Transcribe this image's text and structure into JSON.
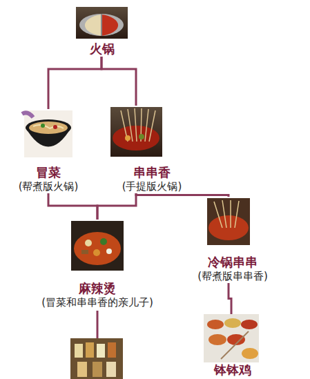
{
  "diagram": {
    "nodes": [
      {
        "text": [
          "火锅"
        ]
      },
      {
        "text": [
          "冒菜",
          "(帮煮版火锅)"
        ]
      },
      {
        "text": [
          "串串香",
          "(手提版火锅)"
        ]
      },
      {
        "text": [
          "麻辣烫",
          "(冒菜和串串香的亲儿子)"
        ]
      },
      {
        "text": [
          "冷锅串串",
          "(帮煮版串串香)"
        ]
      },
      {
        "text": [
          "钵钵鸡"
        ]
      }
    ],
    "edges": [
      {
        "from": 0,
        "to": 1,
        "arrow": "none"
      },
      {
        "from": 0,
        "to": 2,
        "arrow": "none"
      },
      {
        "from": 1,
        "to": 3,
        "arrow": "none"
      },
      {
        "from": 2,
        "to": 3,
        "arrow": "none"
      },
      {
        "from": 2,
        "to": 4,
        "arrow": "none"
      },
      {
        "from": 4,
        "to": 5,
        "arrow": "none"
      }
    ]
  }
}
